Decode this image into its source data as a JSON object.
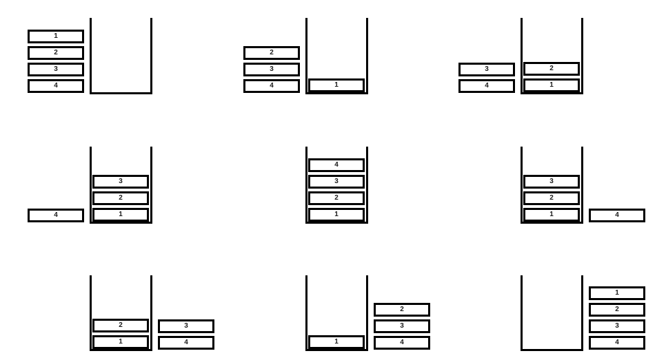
{
  "colors": {
    "stroke": "#000000",
    "block_fill": "#ffffff",
    "background": "#ffffff",
    "label_color": "#1a1a1a"
  },
  "block_labels": [
    "1",
    "2",
    "3",
    "4"
  ],
  "panels": [
    {
      "step": 1,
      "grid": {
        "row": 0,
        "col": 0
      },
      "outside": {
        "side": "left",
        "blocks_top_to_bottom": [
          "1",
          "2",
          "3",
          "4"
        ]
      },
      "stack_top_to_bottom": []
    },
    {
      "step": 2,
      "grid": {
        "row": 0,
        "col": 1
      },
      "outside": {
        "side": "left",
        "blocks_top_to_bottom": [
          "2",
          "3",
          "4"
        ]
      },
      "stack_top_to_bottom": [
        "1"
      ]
    },
    {
      "step": 3,
      "grid": {
        "row": 0,
        "col": 2
      },
      "outside": {
        "side": "left",
        "blocks_top_to_bottom": [
          "3",
          "4"
        ]
      },
      "stack_top_to_bottom": [
        "2",
        "1"
      ]
    },
    {
      "step": 4,
      "grid": {
        "row": 1,
        "col": 0
      },
      "outside": {
        "side": "left",
        "blocks_top_to_bottom": [
          "4"
        ]
      },
      "stack_top_to_bottom": [
        "3",
        "2",
        "1"
      ]
    },
    {
      "step": 5,
      "grid": {
        "row": 1,
        "col": 1
      },
      "outside": {
        "side": "none",
        "blocks_top_to_bottom": []
      },
      "stack_top_to_bottom": [
        "4",
        "3",
        "2",
        "1"
      ]
    },
    {
      "step": 6,
      "grid": {
        "row": 1,
        "col": 2
      },
      "outside": {
        "side": "right",
        "blocks_top_to_bottom": [
          "4"
        ]
      },
      "stack_top_to_bottom": [
        "3",
        "2",
        "1"
      ]
    },
    {
      "step": 7,
      "grid": {
        "row": 2,
        "col": 0
      },
      "outside": {
        "side": "right",
        "blocks_top_to_bottom": [
          "3",
          "4"
        ]
      },
      "stack_top_to_bottom": [
        "2",
        "1"
      ]
    },
    {
      "step": 8,
      "grid": {
        "row": 2,
        "col": 1
      },
      "outside": {
        "side": "right",
        "blocks_top_to_bottom": [
          "2",
          "3",
          "4"
        ]
      },
      "stack_top_to_bottom": [
        "1"
      ]
    },
    {
      "step": 9,
      "grid": {
        "row": 2,
        "col": 2
      },
      "outside": {
        "side": "right",
        "blocks_top_to_bottom": [
          "1",
          "2",
          "3",
          "4"
        ]
      },
      "stack_top_to_bottom": []
    }
  ]
}
